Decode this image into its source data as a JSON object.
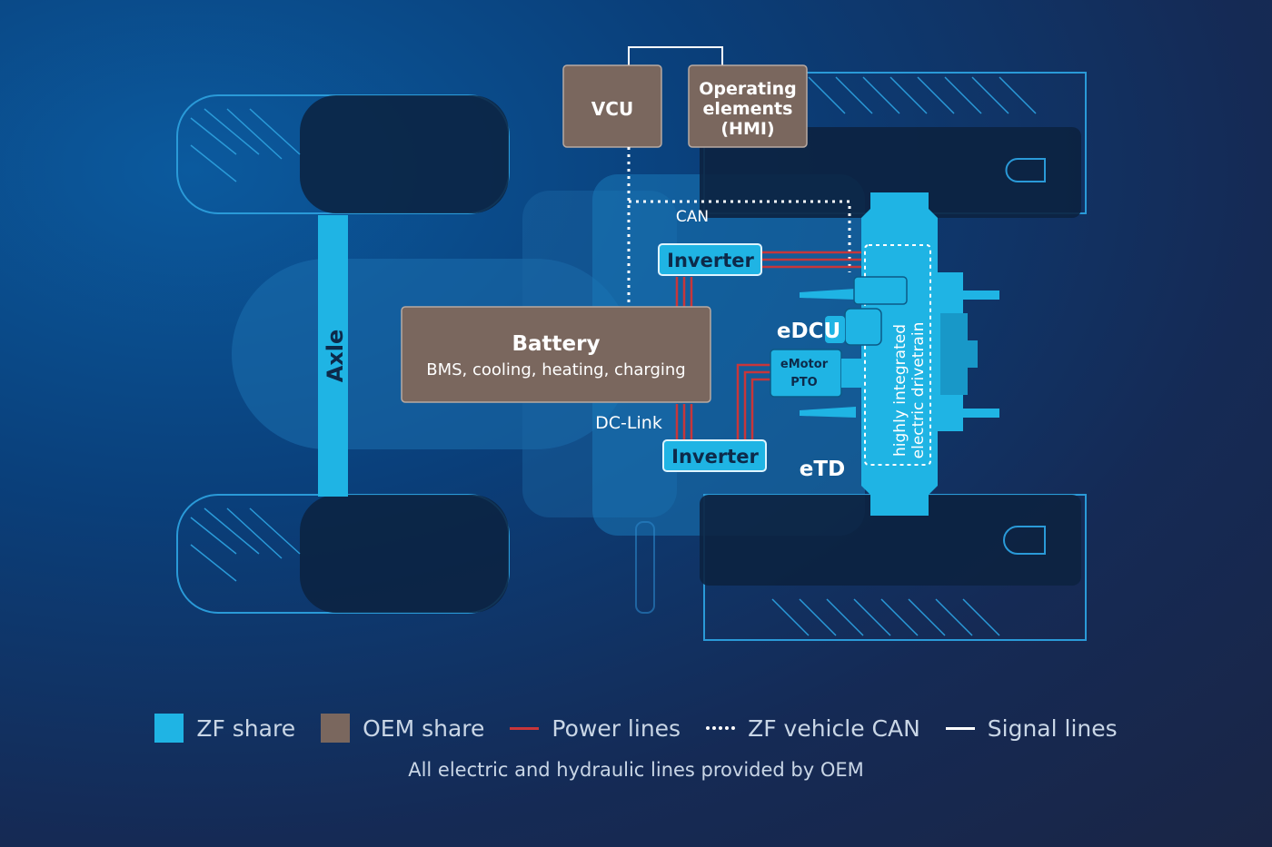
{
  "diagram": {
    "vcu": "VCU",
    "hmi_line1": "Operating",
    "hmi_line2": "elements",
    "hmi_line3": "(HMI)",
    "can": "CAN",
    "inverter_top": "Inverter",
    "inverter_bottom": "Inverter",
    "battery_title": "Battery",
    "battery_sub": "BMS, cooling, heating, charging",
    "dc_link": "DC-Link",
    "axle": "Axle",
    "edcu": "eDCU",
    "emotor_line1": "eMotor",
    "emotor_line2": "PTO",
    "etd": "eTD",
    "drivetrain_line1": "highly integrated",
    "drivetrain_line2": "electric drivetrain"
  },
  "legend": {
    "zf_share": "ZF share",
    "oem_share": "OEM share",
    "power_lines": "Power lines",
    "zf_vehicle_can": "ZF vehicle CAN",
    "signal_lines": "Signal lines"
  },
  "note": "All electric and hydraulic lines provided by OEM",
  "colors": {
    "zf_share": "#1fb4e4",
    "oem_share": "#7a675e",
    "power_lines": "#c8363a",
    "can_lines": "#ffffff",
    "signal_lines": "#ffffff"
  }
}
